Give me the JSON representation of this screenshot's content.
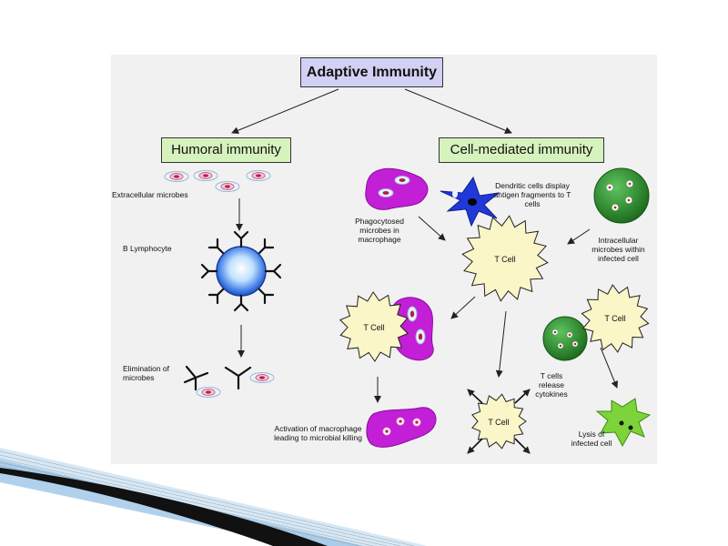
{
  "diagram": {
    "title": "Adaptive Immunity",
    "branches": {
      "humoral": "Humoral immunity",
      "cell_mediated": "Cell-mediated immunity"
    },
    "labels": {
      "extracellular_microbes": "Extracellular microbes",
      "b_lymphocyte": "B Lymphocyte",
      "elimination": "Elimination of microbes",
      "phagocytosed": "Phagocytosed microbes in macrophage",
      "dendritic": "Dendritic cells display antigen fragments to T cells",
      "intracellular": "Intracellular microbes within infected cell",
      "t_cells_release": "T cells release cytokines",
      "activation": "Activation of macrophage leading to microbial killing",
      "lysis": "Lysis of infected cell"
    },
    "t_cell": "T Cell"
  },
  "colors": {
    "title_fill": "#d2d1f3",
    "branch_fill": "#d6f2bd",
    "panel": "#f1f1f1",
    "macrophage": "#c21fd6",
    "dendritic": "#2038d8",
    "infected_cell": "#2a8a2a",
    "t_cell_fill": "#fbf6c8",
    "lysed_cell": "#7dd33a"
  }
}
